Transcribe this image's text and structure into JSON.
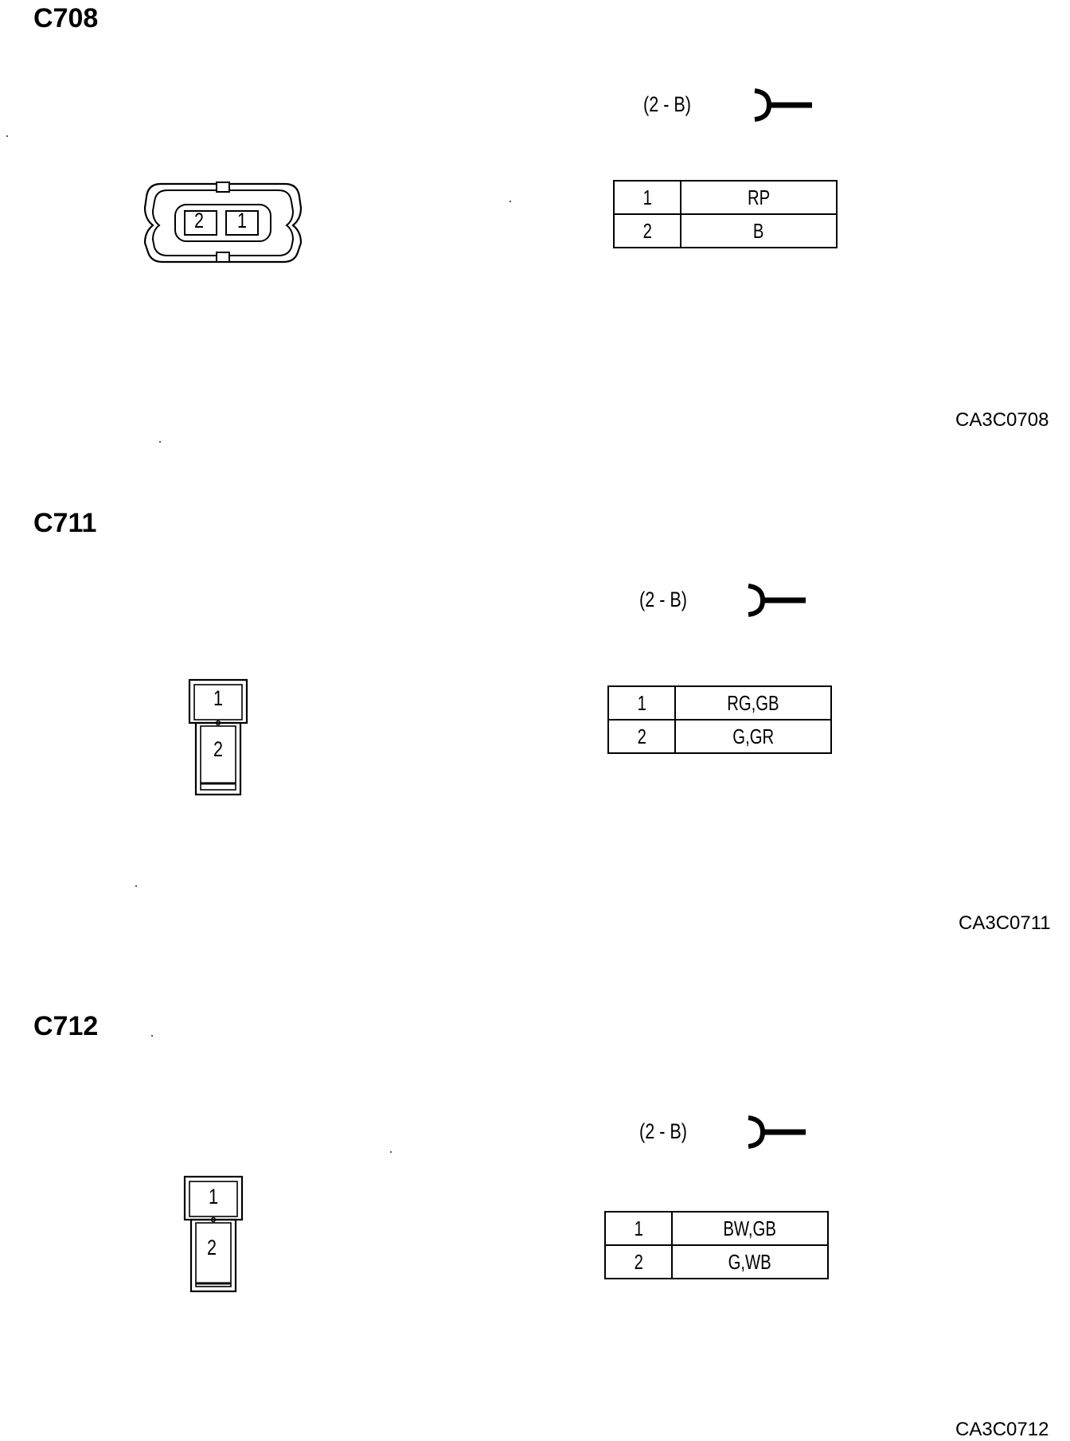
{
  "connectors": [
    {
      "id": "C708",
      "spec": "(2 - B)",
      "code": "CA3C0708",
      "pins": [
        {
          "pin": "1",
          "wire": "RP"
        },
        {
          "pin": "2",
          "wire": "B"
        }
      ],
      "face_labels": [
        "2",
        "1"
      ]
    },
    {
      "id": "C711",
      "spec": "(2 - B)",
      "code": "CA3C0711",
      "pins": [
        {
          "pin": "1",
          "wire": "RG,GB"
        },
        {
          "pin": "2",
          "wire": "G,GR"
        }
      ],
      "face_labels": [
        "1",
        "2"
      ]
    },
    {
      "id": "C712",
      "spec": "(2 - B)",
      "code": "CA3C0712",
      "pins": [
        {
          "pin": "1",
          "wire": "BW,GB"
        },
        {
          "pin": "2",
          "wire": "G,WB"
        }
      ],
      "face_labels": [
        "1",
        "2"
      ]
    }
  ]
}
